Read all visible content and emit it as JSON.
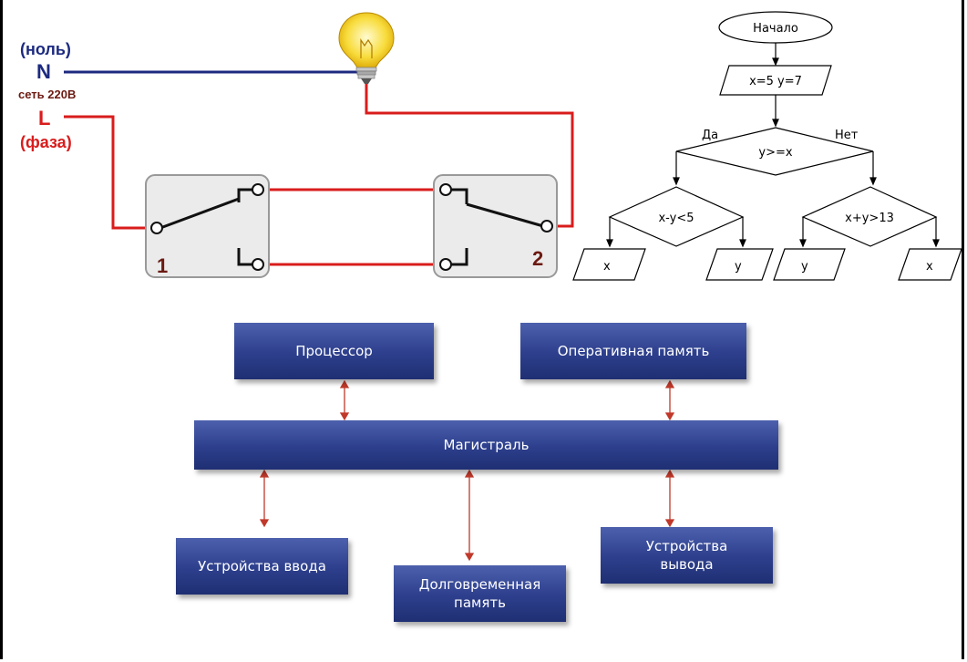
{
  "wiring": {
    "neutral_title": "(ноль)",
    "neutral_letter": "N",
    "network": "сеть 220В",
    "phase_letter": "L",
    "phase_title": "(фаза)",
    "switch1_number": "1",
    "switch2_number": "2",
    "colors": {
      "neutral": "#1c2a80",
      "phase": "#d91c1c",
      "switch_number": "#6b1a12"
    }
  },
  "flowchart": {
    "start": "Начало",
    "input": "x=5 y=7",
    "condition": "y>=x",
    "yes": "Да",
    "no": "Нет",
    "left_condition": "x-y<5",
    "right_condition": "x+y>13",
    "out1": "x",
    "out2": "y",
    "out3": "y",
    "out4": "x"
  },
  "computer": {
    "processor": "Процессор",
    "ram": "Оперативная память",
    "bus": "Магистраль",
    "input_devices": "Устройства ввода",
    "storage": "Долговременная память",
    "output_devices": "Устройства вывода",
    "colors": {
      "box": "#2d3f8c",
      "arrow": "#c0392b"
    }
  }
}
